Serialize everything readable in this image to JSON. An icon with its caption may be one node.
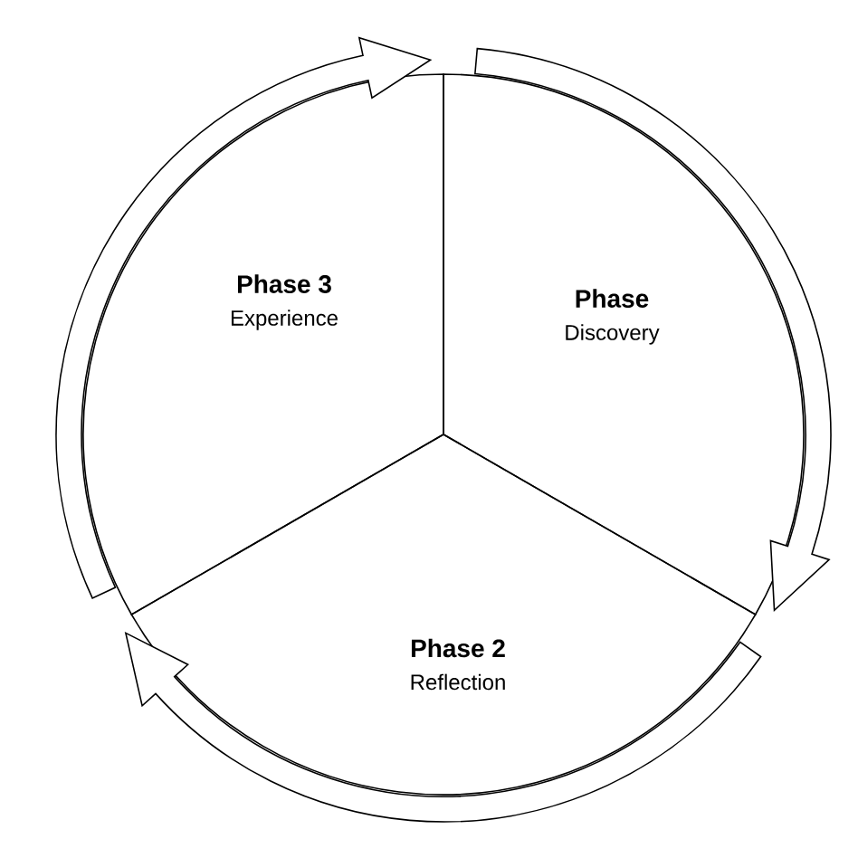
{
  "diagram": {
    "nodes": [
      {
        "text": [
          "Phase 3",
          "Experience"
        ]
      },
      {
        "text": [
          "Phase",
          "Discovery"
        ]
      },
      {
        "text": [
          "Phase 2",
          "Reflection"
        ]
      }
    ],
    "edges": [
      {
        "from": 0,
        "to": 1,
        "arrow": "to"
      },
      {
        "from": 1,
        "to": 2,
        "arrow": "to"
      },
      {
        "from": 2,
        "to": 0,
        "arrow": "to"
      }
    ]
  }
}
